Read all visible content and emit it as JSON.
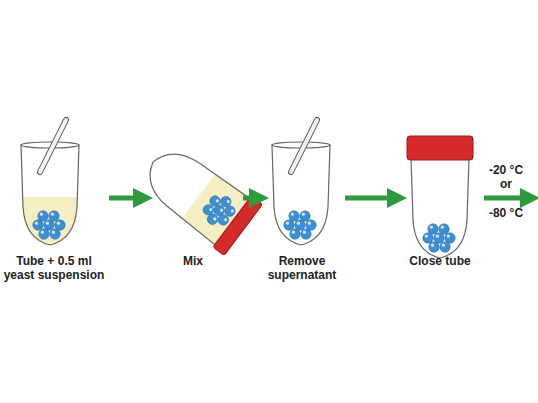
{
  "diagram": {
    "nodes": [
      {
        "text": [
          "Tube + 0.5 ml yeast suspension"
        ]
      },
      {
        "text": [
          "Mix"
        ]
      },
      {
        "text": [
          "Remove supernatant"
        ]
      },
      {
        "text": [
          "Close tube"
        ]
      }
    ],
    "edges": [
      {
        "from": 0,
        "to": 1,
        "arrow": "to"
      },
      {
        "from": 1,
        "to": 2,
        "arrow": "to"
      },
      {
        "from": 2,
        "to": 3,
        "arrow": "to"
      }
    ],
    "labels": [
      "-20 °C",
      "or",
      "-80 °C"
    ]
  }
}
